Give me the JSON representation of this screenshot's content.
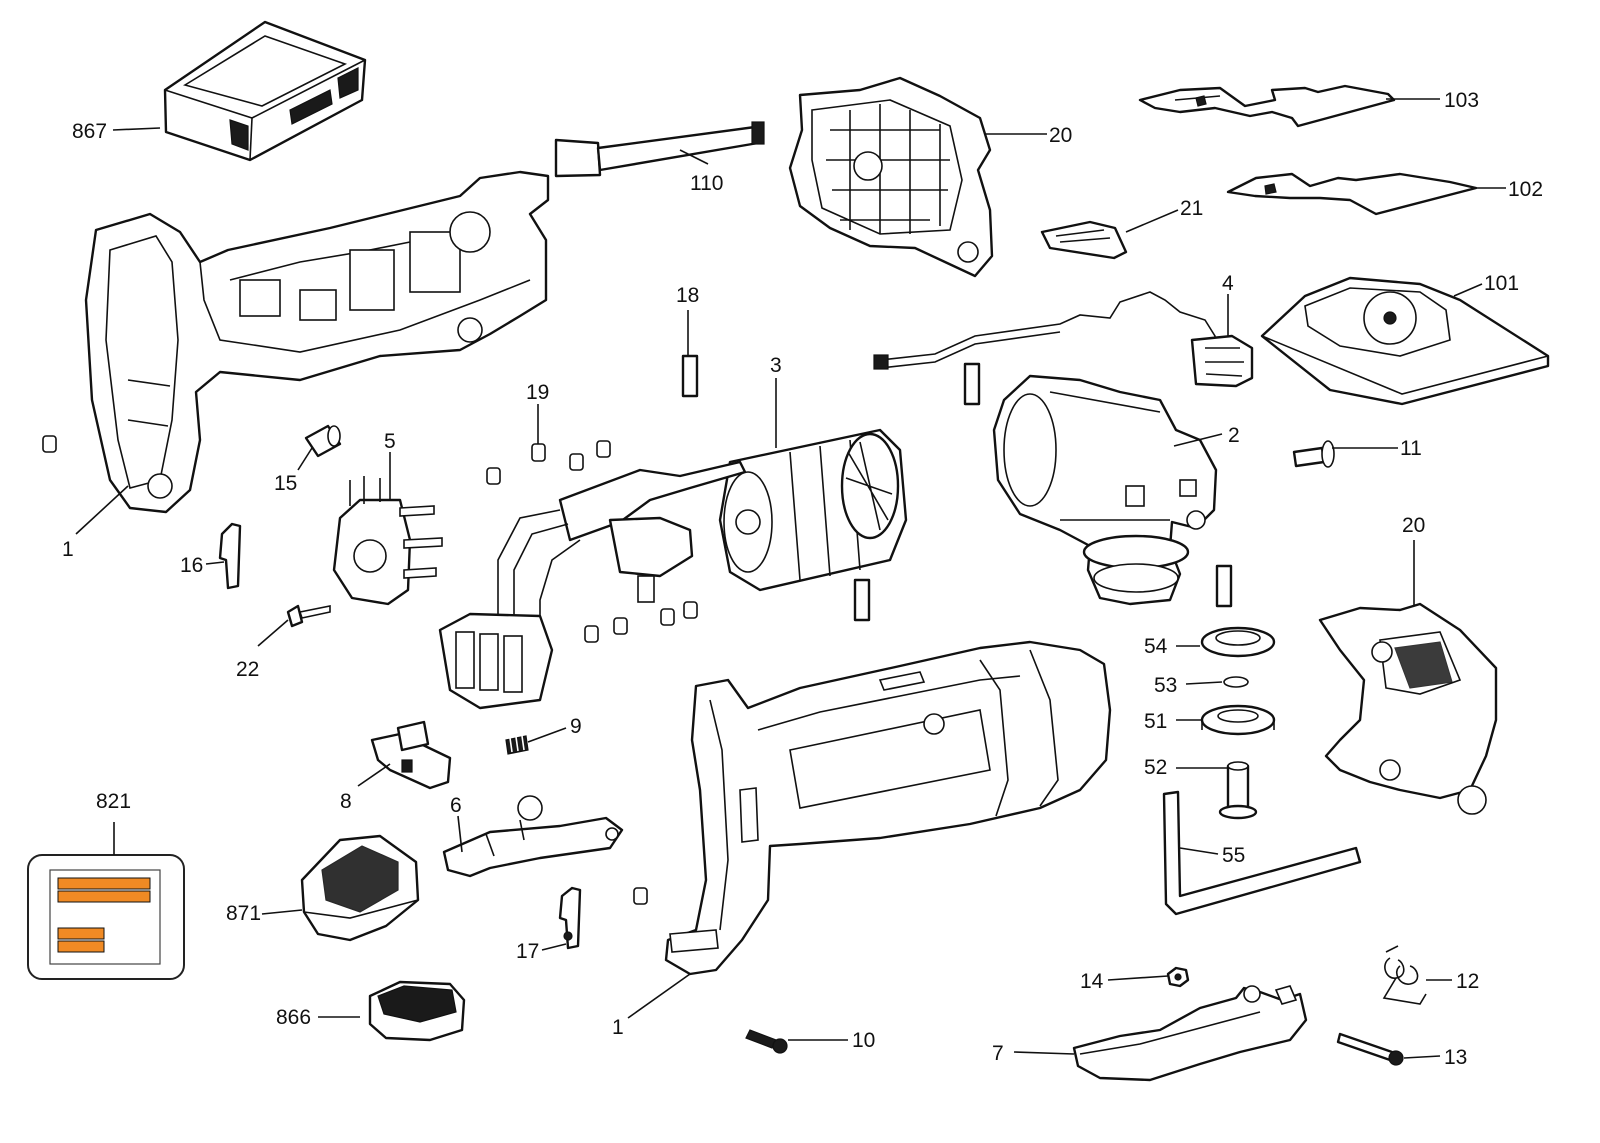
{
  "labels": {
    "p867": "867",
    "p110": "110",
    "p20a": "20",
    "p103": "103",
    "p102": "102",
    "p21": "21",
    "p4": "4",
    "p101": "101",
    "p18": "18",
    "p3": "3",
    "p19": "19",
    "p5": "5",
    "p15": "15",
    "p2": "2",
    "p11": "11",
    "p1a": "1",
    "p16": "16",
    "p20b": "20",
    "p22": "22",
    "p54": "54",
    "p53": "53",
    "p9": "9",
    "p51": "51",
    "p8": "8",
    "p52": "52",
    "p821": "821",
    "p6": "6",
    "p55": "55",
    "p871": "871",
    "p17": "17",
    "p14": "14",
    "p12": "12",
    "p866": "866",
    "p1b": "1",
    "p10": "10",
    "p7": "7",
    "p13": "13"
  },
  "colors": {
    "ink": "#111111",
    "label_stripe": "#f08a24",
    "background": "#ffffff"
  }
}
